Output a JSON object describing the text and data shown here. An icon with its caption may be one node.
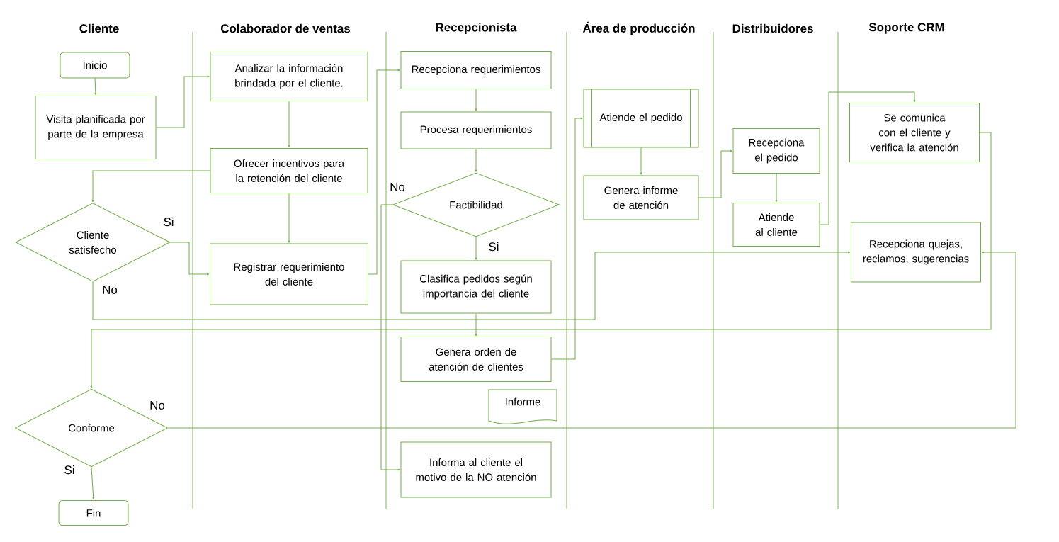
{
  "diagram": {
    "nodes": [
      {
        "text": [
          "Inicio"
        ]
      },
      {
        "text": [
          "Visita planificada por parte de la empresa"
        ]
      },
      {
        "text": [
          "Analizar la información brindada por el cliente."
        ]
      },
      {
        "text": [
          "Ofrecer incentivos para la retención del cliente"
        ]
      },
      {
        "text": [
          "Cliente satisfecho"
        ]
      },
      {
        "text": [
          "Registrar requerimiento del cliente"
        ]
      },
      {
        "text": [
          "Recepciona requerimientos"
        ]
      },
      {
        "text": [
          "Procesa requerimientos"
        ]
      },
      {
        "text": [
          "Factibilidad"
        ]
      },
      {
        "text": [
          "Clasifica pedidos según importancia del cliente"
        ]
      },
      {
        "text": [
          "Genera orden de atención de clientes"
        ]
      },
      {
        "text": [
          "Informe"
        ]
      },
      {
        "text": [
          "Informa al cliente el motivo de la NO atención"
        ]
      },
      {
        "text": [
          "Atiende el pedido"
        ]
      },
      {
        "text": [
          "Genera informe de atención"
        ]
      },
      {
        "text": [
          "Recepciona el pedido"
        ]
      },
      {
        "text": [
          "Atiende al cliente"
        ]
      },
      {
        "text": [
          "Se comunica con el cliente y verifica la atención"
        ]
      },
      {
        "text": [
          "Conforme"
        ]
      },
      {
        "text": [
          "Recepciona quejas, reclamos, sugerencias"
        ]
      },
      {
        "text": [
          "Fin"
        ]
      }
    ],
    "edges": [
      {
        "from": 0,
        "to": 1,
        "arrow": "to"
      },
      {
        "from": 1,
        "to": 2,
        "arrow": "to"
      },
      {
        "from": 2,
        "to": 3,
        "arrow": "to"
      },
      {
        "from": 3,
        "to": 4,
        "arrow": "to"
      },
      {
        "from": 3,
        "to": 5,
        "arrow": "to"
      },
      {
        "from": 4,
        "to": 5,
        "arrow": "to",
        "label": "Si"
      },
      {
        "from": 4,
        "to": 19,
        "arrow": "to",
        "label": "No"
      },
      {
        "from": 5,
        "to": 6,
        "arrow": "to"
      },
      {
        "from": 6,
        "to": 7,
        "arrow": "to"
      },
      {
        "from": 7,
        "to": 8,
        "arrow": "to"
      },
      {
        "from": 8,
        "to": 12,
        "arrow": "to",
        "label": "No"
      },
      {
        "from": 8,
        "to": 9,
        "arrow": "to",
        "label": "Si"
      },
      {
        "from": 9,
        "to": 10,
        "arrow": "to"
      },
      {
        "from": 10,
        "to": 13,
        "arrow": "to"
      },
      {
        "from": 13,
        "to": 14,
        "arrow": "to"
      },
      {
        "from": 14,
        "to": 15,
        "arrow": "to"
      },
      {
        "from": 15,
        "to": 16,
        "arrow": "to"
      },
      {
        "from": 16,
        "to": 17,
        "arrow": "to"
      },
      {
        "from": 17,
        "to": 18,
        "arrow": "to"
      },
      {
        "from": 18,
        "to": 19,
        "arrow": "to",
        "label": "No"
      },
      {
        "from": 18,
        "to": 20,
        "arrow": "to",
        "label": "Si"
      }
    ],
    "labels": [
      "Cliente",
      "Colaborador de ventas",
      "Recepcionista",
      "Área de producción",
      "Distribuidores",
      "Soporte CRM"
    ]
  }
}
